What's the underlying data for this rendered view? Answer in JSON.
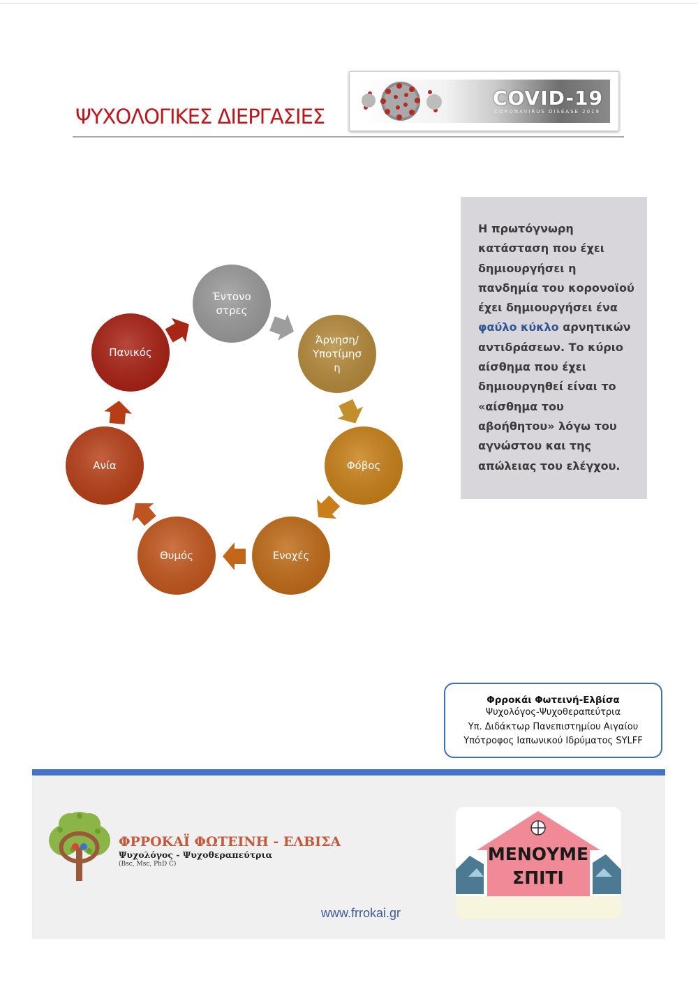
{
  "header": {
    "title": "ΨΥΧΟΛΟΓΙΚΕΣ ΔΙΕΡΓΑΣΙΕΣ",
    "banner_title": "COVID-19",
    "banner_subtitle": "CORONAVIRUS DISEASE 2019"
  },
  "cycle": {
    "nodes": [
      {
        "lines": [
          "Έντονο",
          "στρες"
        ],
        "color": "#9a9a9a"
      },
      {
        "lines": [
          "Άρνηση/",
          "Υποτίμησ",
          "η"
        ],
        "color": "#b58a3a"
      },
      {
        "lines": [
          "Φόβος"
        ],
        "color": "#c98017"
      },
      {
        "lines": [
          "Ενοχές"
        ],
        "color": "#c06b16"
      },
      {
        "lines": [
          "Θυμός"
        ],
        "color": "#c2561c"
      },
      {
        "lines": [
          "Ανία"
        ],
        "color": "#b83e16"
      },
      {
        "lines": [
          "Πανικός"
        ],
        "color": "#a82012"
      }
    ]
  },
  "info": {
    "text_before": "Η πρωτόγνωρη κατάσταση που έχει δημιουργήσει η πανδημία του κορονοϊού έχει δημιουργήσει ένα ",
    "highlight": "φαύλο κύκλο",
    "text_after": " αρνητικών αντιδράσεων. Το κύριο αίσθημα που έχει δημιουργηθεί είναι το «αίσθημα του αβοήθητου» λόγω του αγνώστου και της απώλειας του ελέγχου."
  },
  "author": {
    "name": "Φρροκάι Φωτεινή-Ελβίσα",
    "line1": "Ψυχολόγος-Ψυχοθεραπεύτρια",
    "line2": "Υπ. Διδάκτωρ Πανεπιστημίου Αιγαίου",
    "line3": "Υπότροφος Ιαπωνικού Ιδρύματος SYLFF"
  },
  "footer": {
    "brand": "ΦΡΡΟΚΑΪ ΦΩΤΕΙΝΗ - ΕΛΒΙΣΑ",
    "role": "Ψυχολόγος - Ψυχοθεραπεύτρια",
    "degrees": "(Bsc, Msc, PhD C)",
    "website": "www.frrokai.gr",
    "badge_line1": "ΜΕΝΟΥΜΕ",
    "badge_line2": "ΣΠΙΤΙ"
  },
  "colors": {
    "title_red": "#c0141b",
    "highlight_blue": "#2f5597",
    "accent_blue": "#4472c4"
  }
}
